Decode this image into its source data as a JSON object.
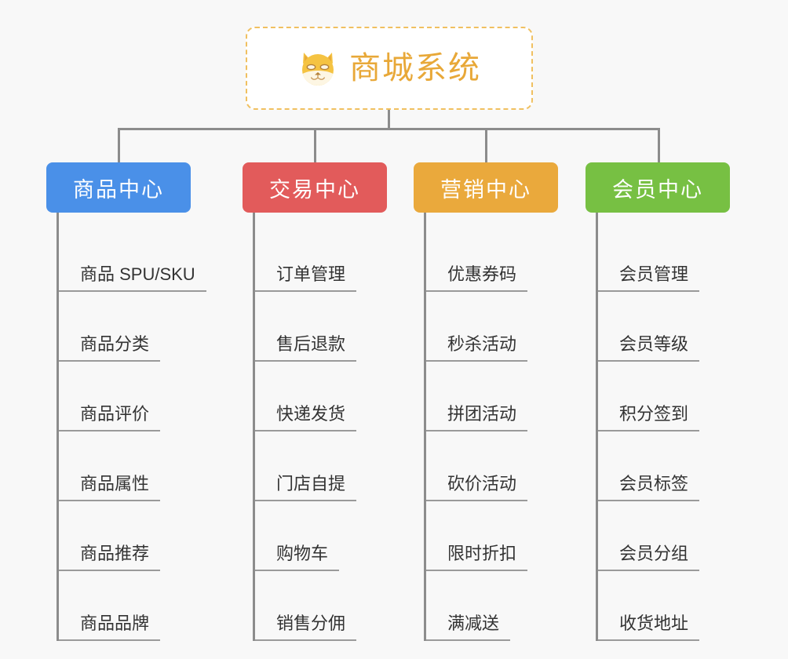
{
  "root": {
    "title": "商城系统",
    "icon": "shiba-dog-face-icon",
    "border_color": "#f0c060",
    "text_color": "#e8a838",
    "background": "#ffffff"
  },
  "canvas": {
    "background": "#f8f8f8",
    "connector_color": "#8c8c8c",
    "leaf_underline_color": "#9a9a9a",
    "leaf_text_color": "#333333"
  },
  "columns": [
    {
      "header": "商品中心",
      "color": "#4a90e8",
      "items": [
        "商品 SPU/SKU",
        "商品分类",
        "商品评价",
        "商品属性",
        "商品推荐",
        "商品品牌"
      ]
    },
    {
      "header": "交易中心",
      "color": "#e25b5b",
      "items": [
        "订单管理",
        "售后退款",
        "快递发货",
        "门店自提",
        "购物车",
        "销售分佣"
      ]
    },
    {
      "header": "营销中心",
      "color": "#eaa93c",
      "items": [
        "优惠券码",
        "秒杀活动",
        "拼团活动",
        "砍价活动",
        "限时折扣",
        "满减送"
      ]
    },
    {
      "header": "会员中心",
      "color": "#77c043",
      "items": [
        "会员管理",
        "会员等级",
        "积分签到",
        "会员标签",
        "会员分组",
        "收货地址"
      ]
    }
  ]
}
